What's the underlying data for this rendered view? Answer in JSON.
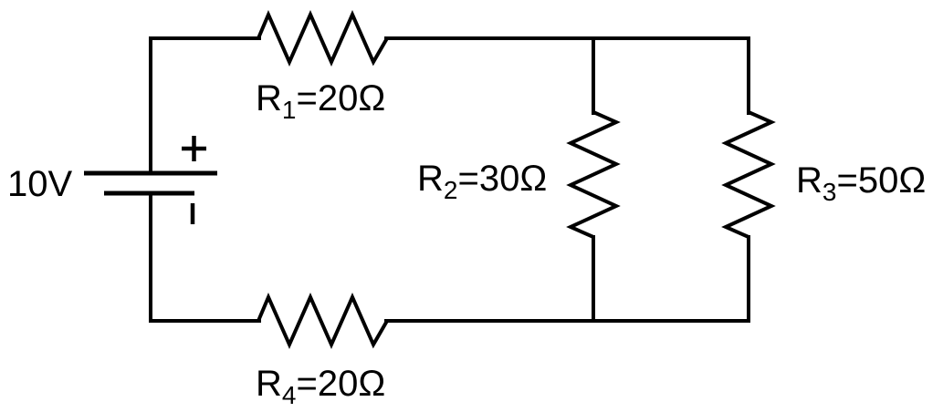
{
  "colors": {
    "background": "#ffffff",
    "stroke": "#000000"
  },
  "source": {
    "voltage_label": "10V",
    "polarity": {
      "plus_icon": "+",
      "minus_icon": "vertical-bar"
    }
  },
  "resistors": {
    "r1": {
      "base": "R",
      "sub": "1",
      "suffix": "=20Ω",
      "orientation": "horizontal"
    },
    "r2": {
      "base": "R",
      "sub": "2",
      "suffix": "=30Ω",
      "orientation": "vertical"
    },
    "r3": {
      "base": "R",
      "sub": "3",
      "suffix": "=50Ω",
      "orientation": "vertical"
    },
    "r4": {
      "base": "R",
      "sub": "4",
      "suffix": "=20Ω",
      "orientation": "horizontal"
    }
  }
}
